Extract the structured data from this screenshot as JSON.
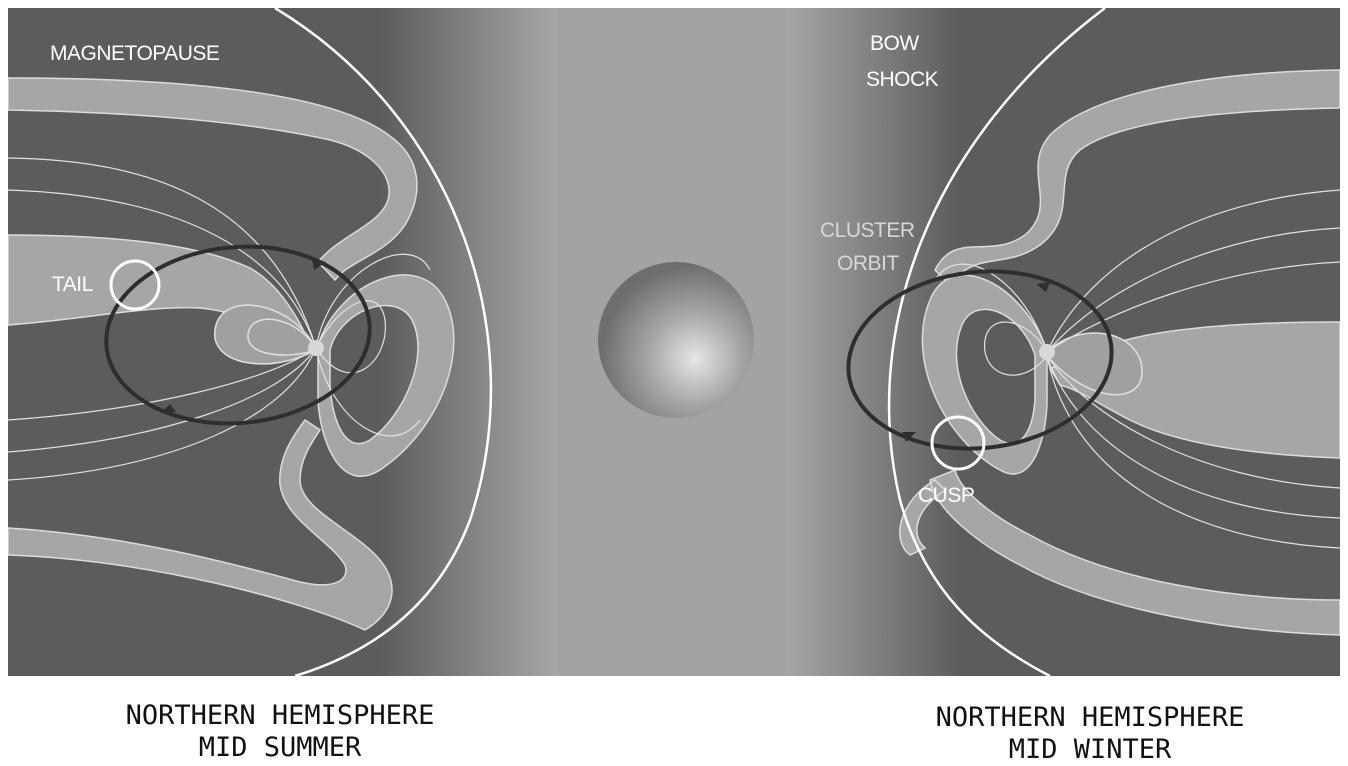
{
  "labels": {
    "magnetopause": "MAGNETOPAUSE",
    "tail": "TAIL",
    "bow_shock_line1": "BOW",
    "bow_shock_line2": "SHOCK",
    "cluster_orbit_line1": "CLUSTER",
    "cluster_orbit_line2": "ORBIT",
    "cusp": "CUSP"
  },
  "captions": {
    "left_line1": "NORTHERN HEMISPHERE",
    "left_line2": "MID SUMMER",
    "right_line1": "NORTHERN HEMISPHERE",
    "right_line2": "MID WINTER"
  },
  "colors": {
    "background": "#5c5c5c",
    "band": "#a6a6a6",
    "boundary": "#ffffff",
    "orbit": "#2e2e2e"
  }
}
